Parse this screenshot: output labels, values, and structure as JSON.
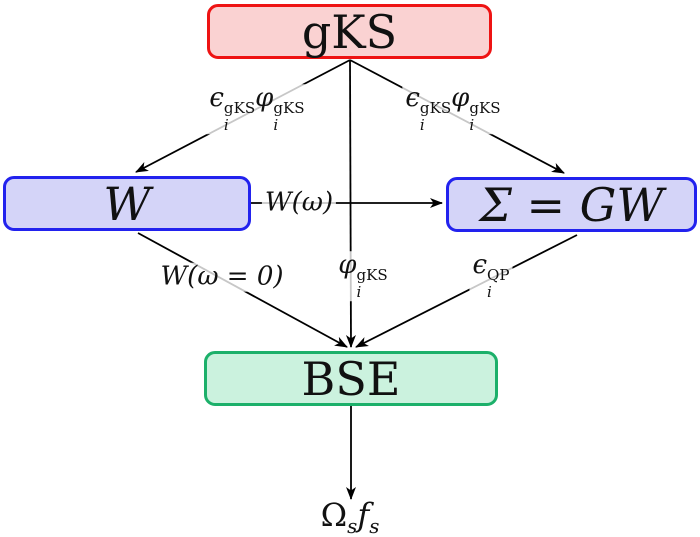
{
  "diagram": {
    "type": "flowchart",
    "description": "Methodological flow from generalized Kohn-Sham to BSE excitation energies and oscillator strengths"
  },
  "nodes": {
    "gks": {
      "label": "gKS",
      "fill": "#fad2d2",
      "border": "#ee1313"
    },
    "w": {
      "label": "W",
      "fill": "#d4d4f8",
      "border": "#2222ee"
    },
    "sigma_gw": {
      "label": "Σ = GW",
      "fill": "#d4d4f8",
      "border": "#2222ee"
    },
    "bse": {
      "label": "BSE",
      "fill": "#cbf2de",
      "border": "#1cb06a"
    }
  },
  "edge_labels": {
    "gks_to_w": {
      "tokens": [
        {
          "base": "ϵ",
          "sub": "i",
          "sup": "gKS"
        },
        {
          "base": "φ",
          "sub": "i",
          "sup": "gKS"
        }
      ]
    },
    "gks_to_sigma": {
      "tokens": [
        {
          "base": "ϵ",
          "sub": "i",
          "sup": "gKS"
        },
        {
          "base": "φ",
          "sub": "i",
          "sup": "gKS"
        }
      ]
    },
    "w_to_sigma": {
      "text": "W(ω)"
    },
    "w_to_bse": {
      "text": "W(ω = 0)"
    },
    "gks_to_bse": {
      "tokens": [
        {
          "base": "φ",
          "sub": "i",
          "sup": "gKS"
        }
      ]
    },
    "sigma_to_bse": {
      "tokens": [
        {
          "base": "ϵ",
          "sub": "i",
          "sup": "QP"
        }
      ]
    }
  },
  "output": {
    "tokens": [
      {
        "base": "Ω",
        "sub": "s"
      },
      {
        "base": "f",
        "sub": "s"
      }
    ]
  },
  "colors": {
    "line": "#000000",
    "label_gap": "#cccccc",
    "background": "#ffffff"
  }
}
